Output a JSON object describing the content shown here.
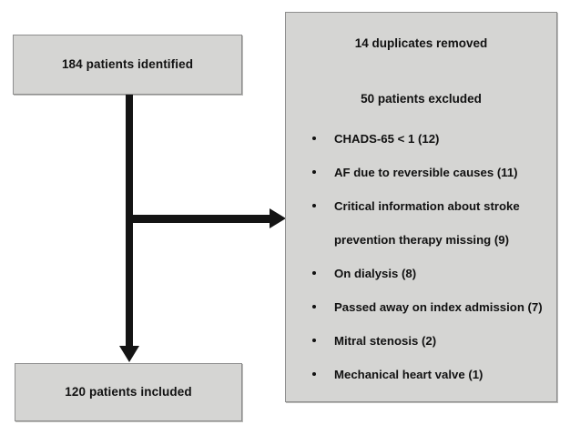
{
  "diagram": {
    "type": "patient-flow-diagram",
    "nodes": {
      "identified": {
        "label": "184 patients identified",
        "count": 184
      },
      "included": {
        "label": "120 patients included",
        "count": 120
      }
    },
    "exclusion_panel": {
      "headings": {
        "duplicates": "14 duplicates removed",
        "excluded": "50 patients excluded"
      },
      "duplicates_count": 14,
      "excluded_count": 50,
      "reasons": [
        {
          "text": "CHADS-65 < 1 (12)",
          "n": 12
        },
        {
          "text": "AF due to reversible causes (11)",
          "n": 11
        },
        {
          "text": "Critical information about stroke",
          "n": 9
        },
        {
          "text": "prevention therapy missing (9)",
          "n": 9
        },
        {
          "text": "On dialysis (8)",
          "n": 8
        },
        {
          "text": "Passed away on index admission (7)",
          "n": 7
        },
        {
          "text": "Mitral stenosis (2)",
          "n": 2
        },
        {
          "text": "Mechanical heart valve (1)",
          "n": 1
        }
      ]
    },
    "colors": {
      "box_fill": "#d5d5d3",
      "box_border": "#8e8e8e",
      "connector": "#141414",
      "text": "#111111",
      "background": "#ffffff"
    }
  }
}
